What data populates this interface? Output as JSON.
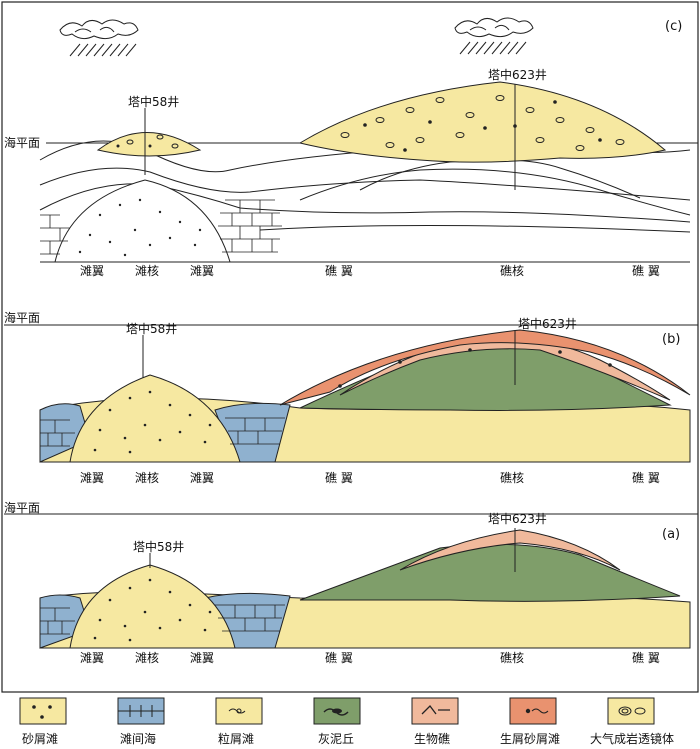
{
  "panels": [
    {
      "id": "c",
      "tag": "(c)",
      "sea_level": "海平面",
      "wells": [
        "塔中58井",
        "塔中623井"
      ],
      "zones": [
        "滩翼",
        "滩核",
        "滩翼",
        "礁 翼",
        "礁核",
        "礁 翼"
      ]
    },
    {
      "id": "b",
      "tag": "(b)",
      "sea_level": "海平面",
      "wells": [
        "塔中58井",
        "塔中623井"
      ],
      "zones": [
        "滩翼",
        "滩核",
        "滩翼",
        "礁 翼",
        "礁核",
        "礁 翼"
      ]
    },
    {
      "id": "a",
      "tag": "(a)",
      "sea_level": "海平面",
      "wells": [
        "塔中58井",
        "塔中623井"
      ],
      "zones": [
        "滩翼",
        "滩核",
        "滩翼",
        "礁 翼",
        "礁核",
        "礁 翼"
      ]
    }
  ],
  "legend": [
    {
      "label": "砂屑滩",
      "swatch": "#f6e8a1",
      "pattern": "dots"
    },
    {
      "label": "滩间海",
      "swatch": "#8fb1cf",
      "pattern": "bricks"
    },
    {
      "label": "粒屑滩",
      "swatch": "#f6e8a1",
      "pattern": "grains"
    },
    {
      "label": "灰泥丘",
      "swatch": "#7f9e6a",
      "pattern": "mound"
    },
    {
      "label": "生物礁",
      "swatch": "#f0b99c",
      "pattern": "reef"
    },
    {
      "label": "生屑砂屑滩",
      "swatch": "#e9926f",
      "pattern": "bioclast"
    },
    {
      "label": "大气成岩透镜体",
      "swatch": "#f6e8a1",
      "pattern": "lens"
    }
  ],
  "colors": {
    "sand_shoal": "#f6e8a1",
    "inter_shoal": "#8fb1cf",
    "mud_mound": "#7f9e6a",
    "reef": "#f0b99c",
    "bioclastic": "#e9926f",
    "line": "#222222"
  }
}
